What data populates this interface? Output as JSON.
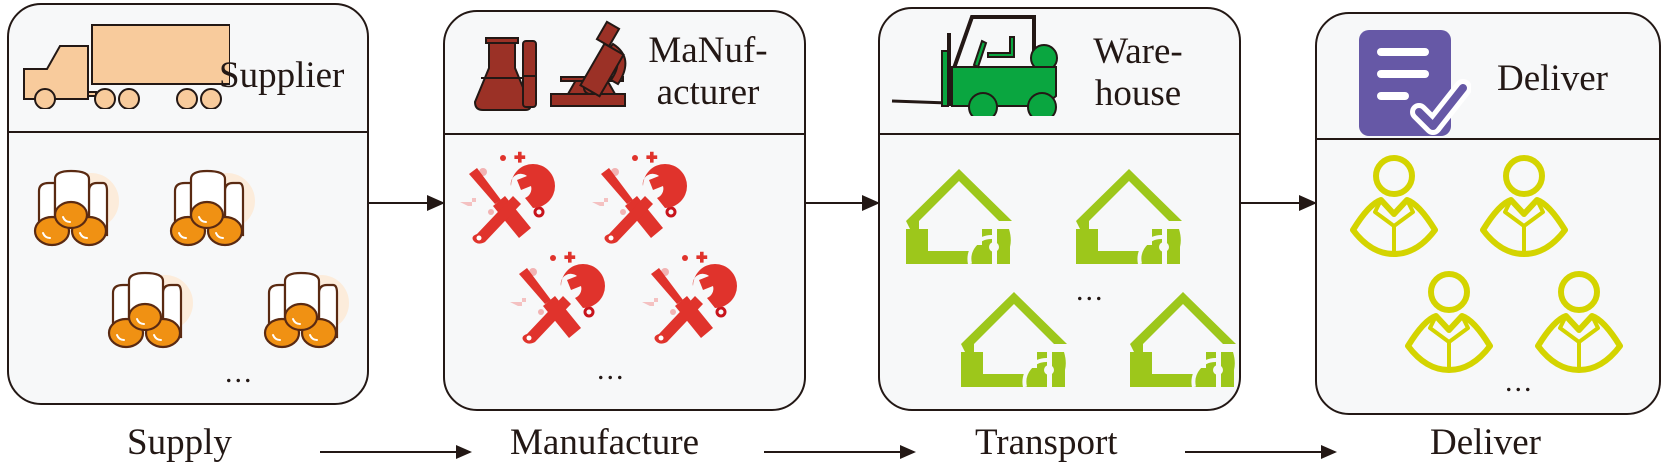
{
  "panels": [
    {
      "id": "supplier",
      "title_lines": [
        "Supplier"
      ],
      "header_icon": "truck-icon",
      "header_icon_color": "#f8cb9c",
      "item_icon": "logs-bundle-icon",
      "item_icon_color": "#f09113",
      "item_count": 4,
      "ellipsis": "..."
    },
    {
      "id": "manufacturer",
      "title_lines": [
        "MaNuf-",
        "acturer"
      ],
      "header_icon": "lab-flask-microscope-icon",
      "header_icon_color": "#9b3126",
      "item_icon": "wrench-screwdriver-icon",
      "item_icon_color": "#e0332c",
      "item_count": 4,
      "ellipsis": "..."
    },
    {
      "id": "warehouse",
      "title_lines": [
        "Ware-",
        "house"
      ],
      "header_icon": "forklift-icon",
      "header_icon_color": "#0aa640",
      "item_icon": "house-icon",
      "item_icon_color": "#9dc71b",
      "item_count": 4,
      "ellipsis": "..."
    },
    {
      "id": "deliver",
      "title_lines": [
        "Deliver"
      ],
      "header_icon": "document-check-icon",
      "header_icon_color": "#6658a6",
      "item_icon": "person-icon",
      "item_icon_color": "#d4d400",
      "item_count": 4,
      "ellipsis": "..."
    }
  ],
  "stages": [
    "Supply",
    "Manufacture",
    "Transport",
    "Deliver"
  ]
}
